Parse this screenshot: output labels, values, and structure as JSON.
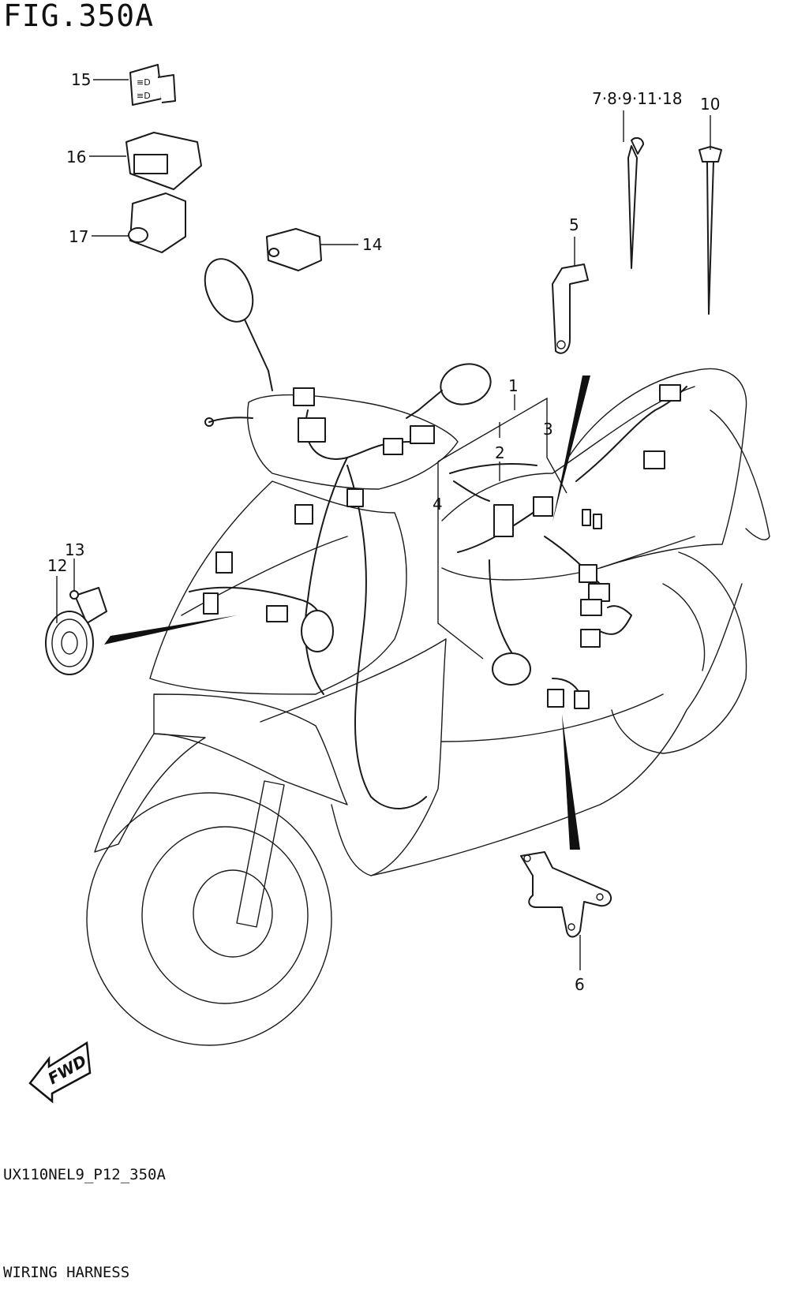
{
  "figure": {
    "title": "FIG.350A",
    "code": "UX110NEL9_P12_350A",
    "name": "WIRING HARNESS"
  },
  "callouts": {
    "c1": "1",
    "c2": "2",
    "c3": "3",
    "c4": "4",
    "c5": "5",
    "c6": "6",
    "c7": "7·8·9·11·18",
    "c10": "10",
    "c12": "12",
    "c13": "13",
    "c14": "14",
    "c15": "15",
    "c16": "16",
    "c17": "17"
  },
  "badge": {
    "fwd": "FWD"
  }
}
